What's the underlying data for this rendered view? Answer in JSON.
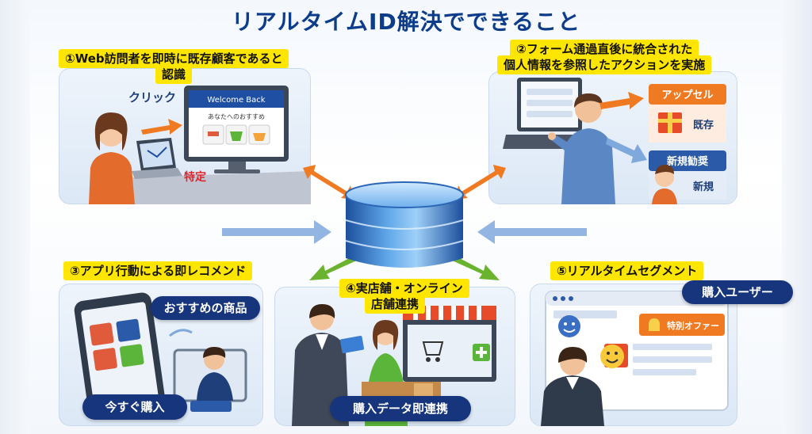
{
  "title": "リアルタイムID解決でできること",
  "panel1": {
    "label_line1": "①Web訪問者を即時に既存顧客であると",
    "label_line2": "認識",
    "click_text": "クリック",
    "screen_header": "Welcome Back",
    "screen_sub": "あなたへのおすすめ",
    "identified_text": "特定"
  },
  "panel2": {
    "label_line1": "②フォーム通過直後に統合された",
    "label_line2": "個人情報を参照したアクションを実施",
    "upsell_label": "アップセル",
    "existing_label": "既存",
    "recommend_label": "新規勧奨",
    "new_label": "新規"
  },
  "panel3": {
    "label": "③アプリ行動による即レコメンド",
    "recommend_bubble": "おすすめの商品",
    "buy_now": "今すぐ購入"
  },
  "panel4": {
    "label_line1": "④実店舗・オンライン",
    "label_line2": "店舗連携",
    "purchase_sync": "購入データ即連携"
  },
  "panel5": {
    "label": "⑤リアルタイムセグメント",
    "buyer_bubble": "購入ユーザー",
    "special_offer": "特別オファー"
  },
  "colors": {
    "navy": "#16357c",
    "yellow_label": "#ffe600",
    "orange_arrow": "#f07a22",
    "green_arrow": "#6ab32e",
    "blue_arrow": "#7fa8dc",
    "red_text": "#e0232a"
  }
}
